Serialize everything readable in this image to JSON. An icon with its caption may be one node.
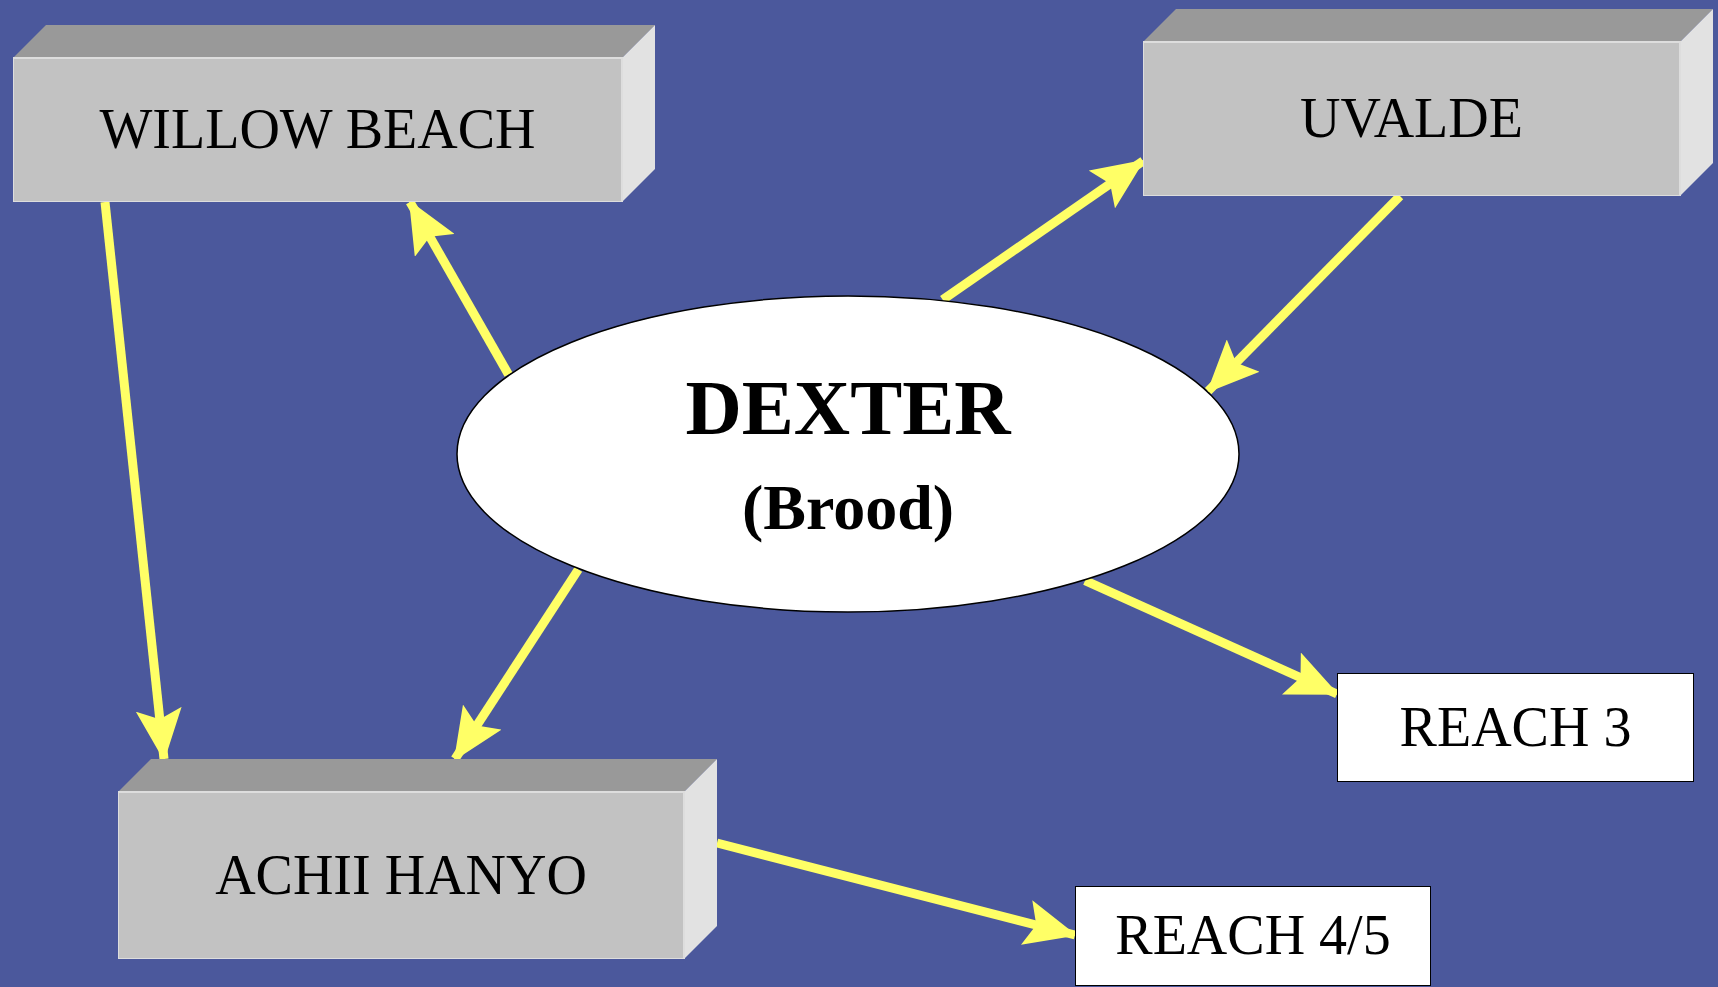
{
  "diagram": {
    "nodes": [
      {
        "text": [
          "WILLOW BEACH"
        ]
      },
      {
        "text": [
          "UVALDE"
        ]
      },
      {
        "text": [
          "DEXTER",
          "(Brood)"
        ]
      },
      {
        "text": [
          "REACH 3"
        ]
      },
      {
        "text": [
          "ACHII HANYO"
        ]
      },
      {
        "text": [
          "REACH 4/5"
        ]
      }
    ],
    "edges": [
      {
        "from": 2,
        "to": 0,
        "arrow": "to"
      },
      {
        "from": 2,
        "to": 1,
        "arrow": "to"
      },
      {
        "from": 1,
        "to": 2,
        "arrow": "to"
      },
      {
        "from": 2,
        "to": 3,
        "arrow": "to"
      },
      {
        "from": 2,
        "to": 4,
        "arrow": "to"
      },
      {
        "from": 0,
        "to": 4,
        "arrow": "to"
      },
      {
        "from": 4,
        "to": 5,
        "arrow": "to"
      }
    ]
  }
}
